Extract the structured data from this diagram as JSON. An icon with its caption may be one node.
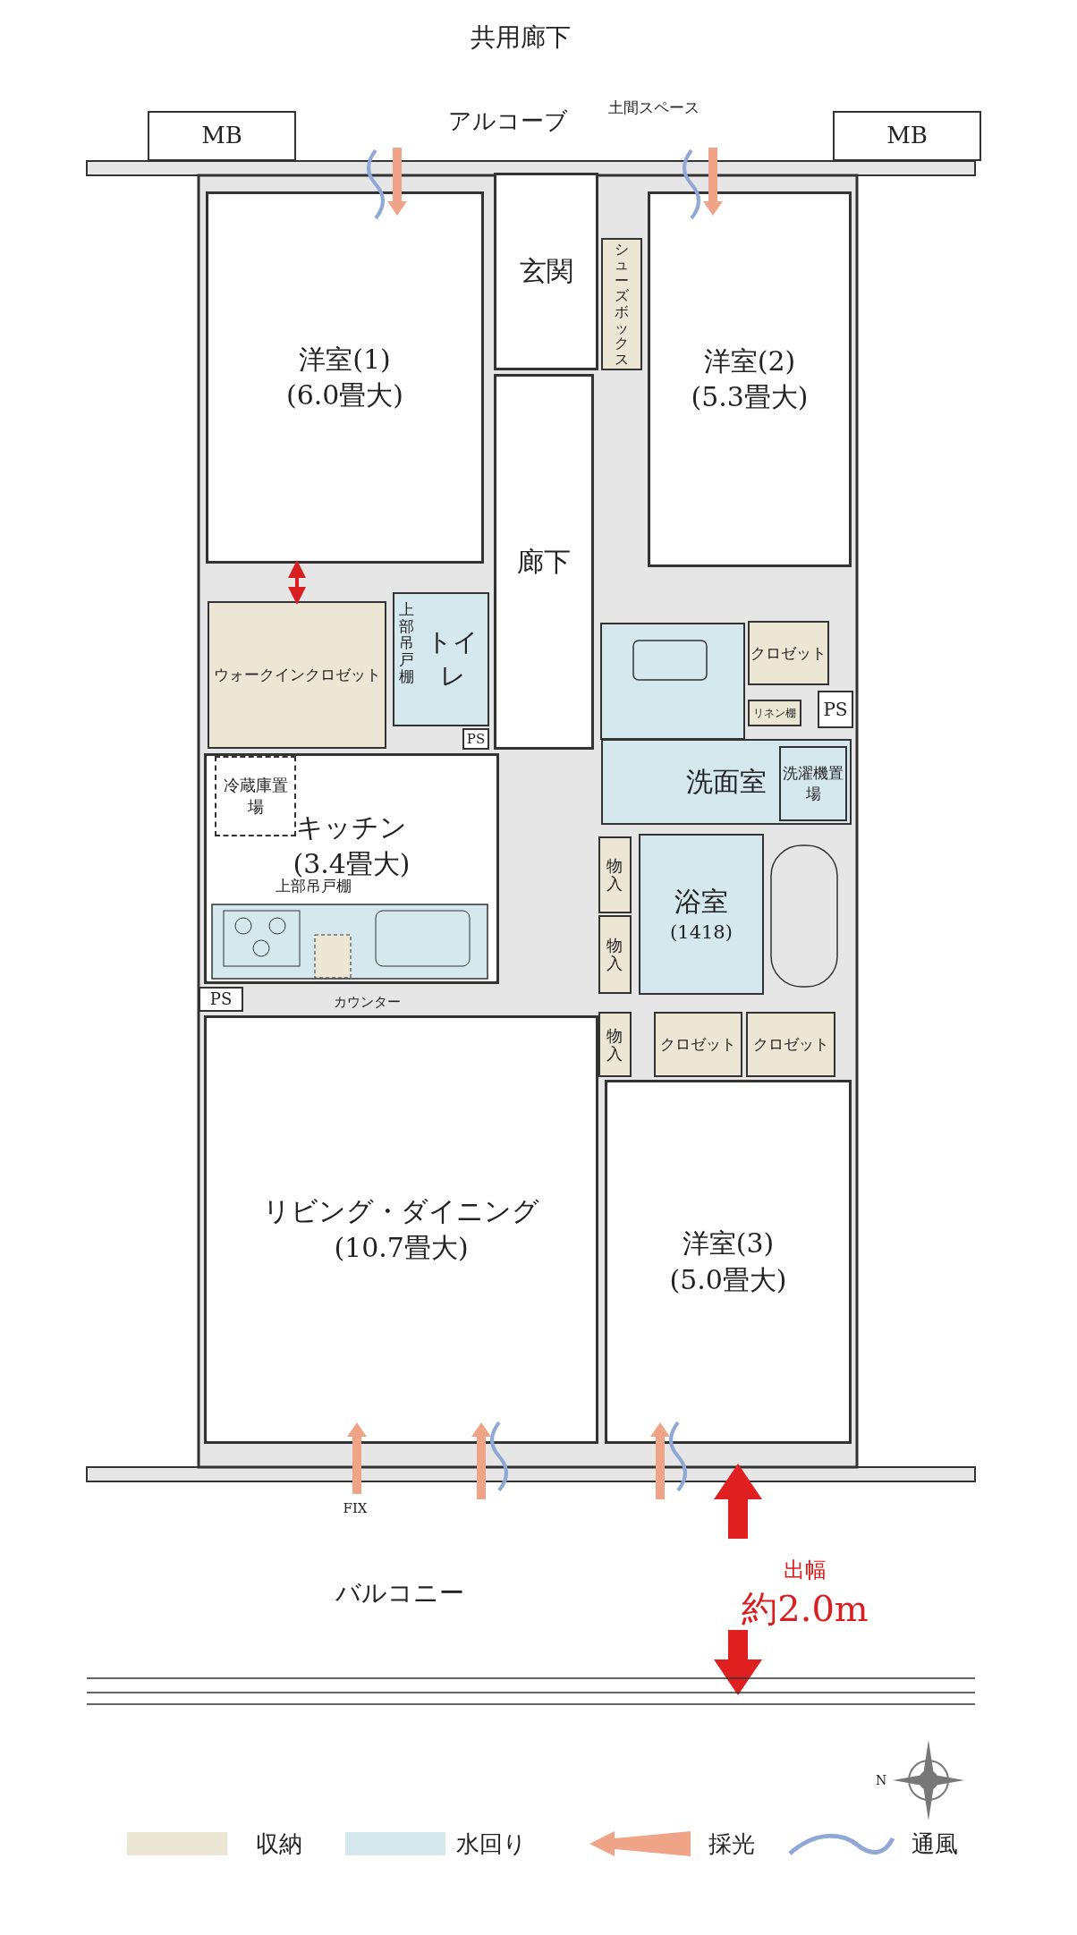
{
  "diagram": {
    "nodes": [
      {
        "text": [
          "MB"
        ]
      },
      {
        "text": [
          "MB"
        ]
      },
      {
        "text": [
          "洋室(1)",
          "(6.0畳大)"
        ]
      },
      {
        "text": [
          "玄関"
        ]
      },
      {
        "text": [
          "シューズボックス"
        ]
      },
      {
        "text": [
          "廊下"
        ]
      },
      {
        "text": [
          "洋室(2)",
          "(5.3畳大)"
        ]
      },
      {
        "text": [
          "ウォークインクロゼット"
        ]
      },
      {
        "text": [
          "トイレ"
        ]
      },
      {
        "text": [
          "PS"
        ]
      },
      {
        "text": [
          "クロゼット"
        ]
      },
      {
        "text": [
          "リネン棚"
        ]
      },
      {
        "text": [
          "PS"
        ]
      },
      {
        "text": [
          "洗面室"
        ]
      },
      {
        "text": [
          "洗濯機置場"
        ],
        "in": 13
      },
      {
        "text": [
          "キッチン",
          "(3.4畳大)"
        ]
      },
      {
        "text": [
          "冷蔵庫置場"
        ],
        "in": 15
      },
      {
        "text": [
          "物入"
        ]
      },
      {
        "text": [
          "物入"
        ]
      },
      {
        "text": [
          "浴室",
          "(1418)"
        ]
      },
      {
        "text": [
          "PS"
        ]
      },
      {
        "text": [
          "物入"
        ]
      },
      {
        "text": [
          "クロゼット"
        ]
      },
      {
        "text": [
          "クロゼット"
        ]
      },
      {
        "text": [
          "リビング・ダイニング",
          "(10.7畳大)"
        ]
      },
      {
        "text": [
          "洋室(3)",
          "(5.0畳大)"
        ]
      },
      {
        "text": [
          "バルコニー"
        ]
      }
    ],
    "edges": [
      {
        "from": 2,
        "to": 7,
        "arrow": "both"
      }
    ],
    "labels": [
      "共用廊下",
      "アルコーブ",
      "土間スペース",
      "上部吊戸棚",
      "上部吊戸棚",
      "カウンター",
      "FIX",
      "出幅",
      "約2.0m",
      "N"
    ],
    "legend": [
      {
        "text": "収納",
        "color": "#ece6d5"
      },
      {
        "text": "水回り",
        "color": "#d5e8ee"
      },
      {
        "text": "採光"
      },
      {
        "text": "通風"
      }
    ]
  }
}
